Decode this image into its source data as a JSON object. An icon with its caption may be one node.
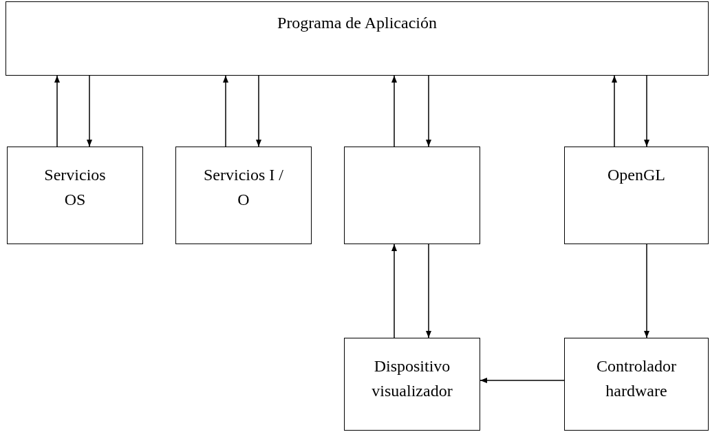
{
  "diagram": {
    "nodes": [
      {
        "text": [
          "Programa de Aplicación"
        ]
      },
      {
        "text": [
          "Servicios OS"
        ]
      },
      {
        "text": [
          "Servicios I / O"
        ]
      },
      {
        "text": [],
        "shape": "box"
      },
      {
        "text": [
          "OpenGL"
        ]
      },
      {
        "text": [
          "Dispositivo visualizador"
        ]
      },
      {
        "text": [
          "Controlador hardware"
        ]
      }
    ],
    "edges": [
      {
        "from": 1,
        "to": 0,
        "arrow": "to"
      },
      {
        "from": 0,
        "to": 1,
        "arrow": "to"
      },
      {
        "from": 2,
        "to": 0,
        "arrow": "to"
      },
      {
        "from": 0,
        "to": 2,
        "arrow": "to"
      },
      {
        "from": 3,
        "to": 0,
        "arrow": "to"
      },
      {
        "from": 0,
        "to": 3,
        "arrow": "to"
      },
      {
        "from": 4,
        "to": 0,
        "arrow": "to"
      },
      {
        "from": 0,
        "to": 4,
        "arrow": "to"
      },
      {
        "from": 5,
        "to": 3,
        "arrow": "to"
      },
      {
        "from": 3,
        "to": 5,
        "arrow": "to"
      },
      {
        "from": 4,
        "to": 6,
        "arrow": "to"
      },
      {
        "from": 6,
        "to": 5,
        "arrow": "to"
      }
    ]
  }
}
